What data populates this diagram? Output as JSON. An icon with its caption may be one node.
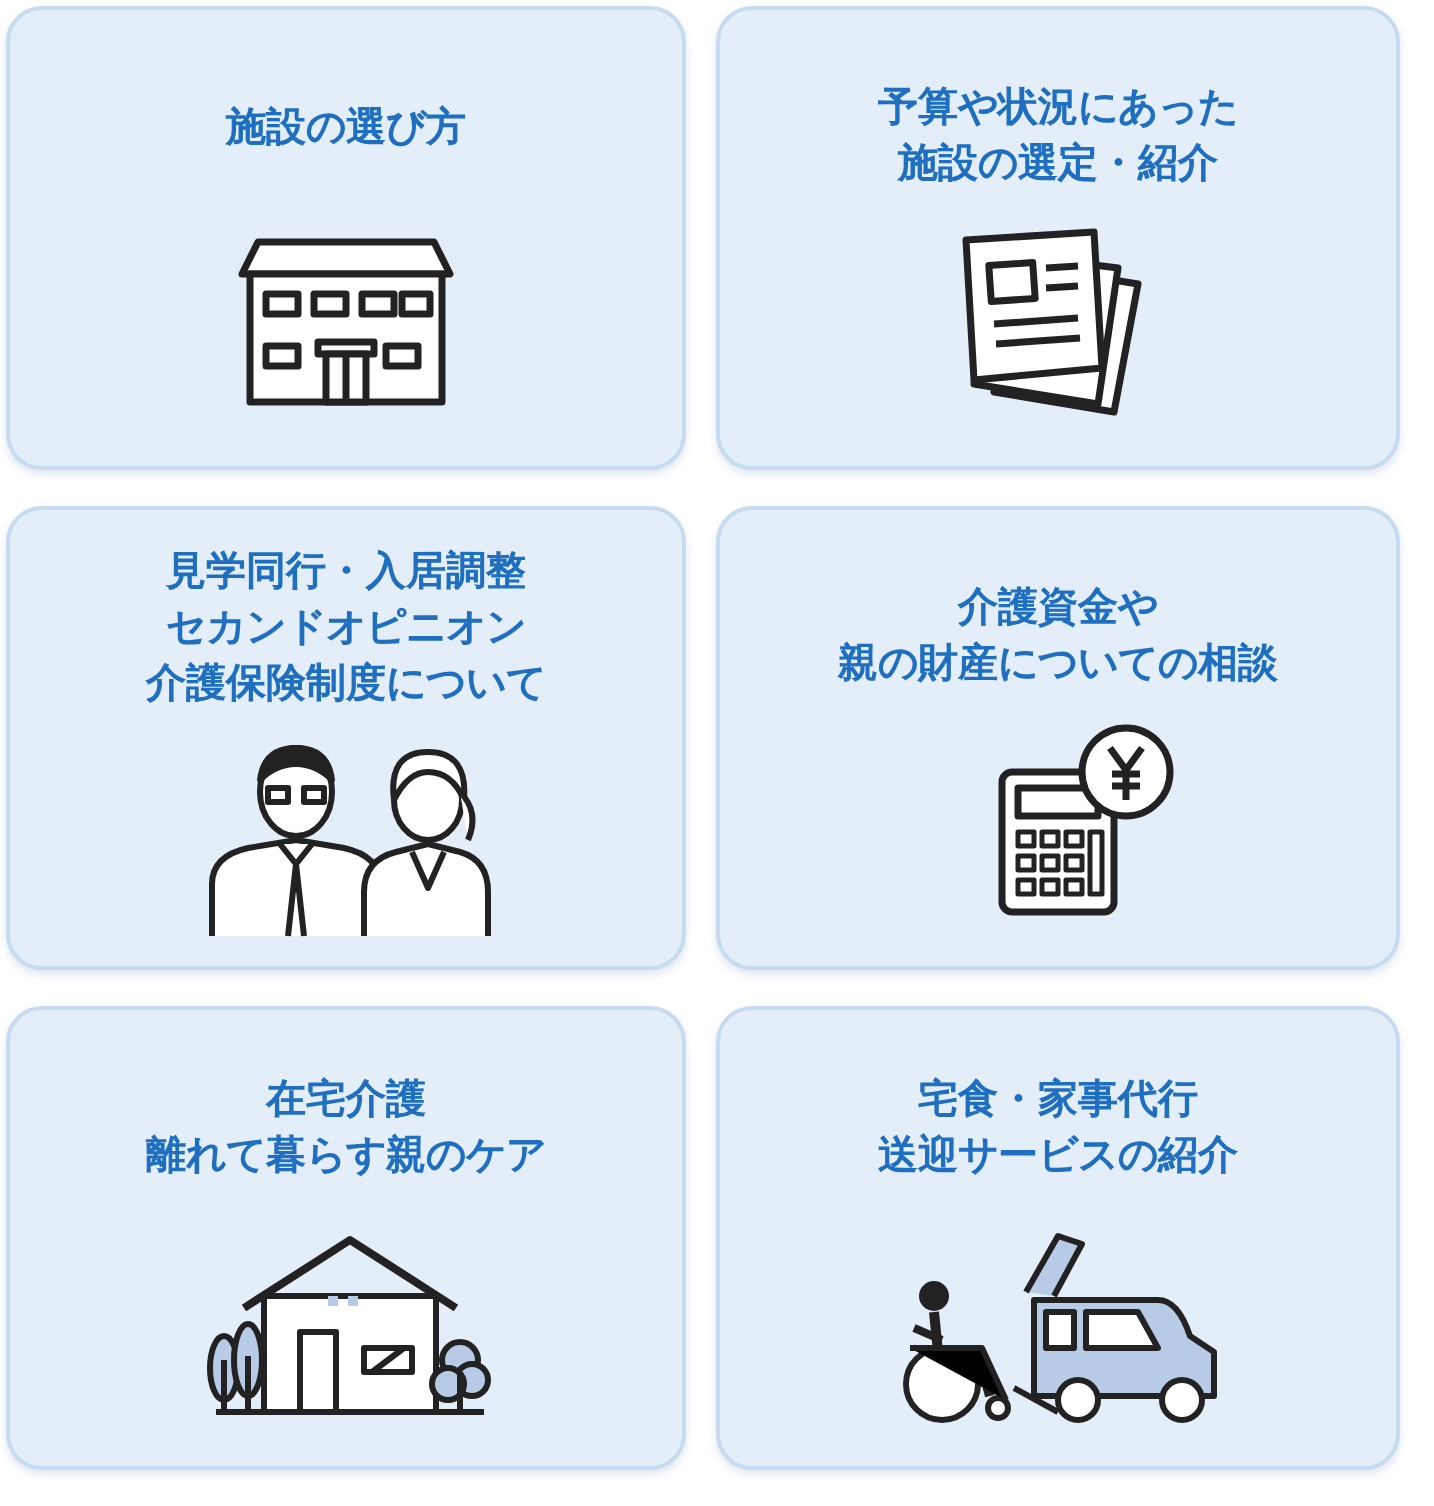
{
  "diagram": {
    "nodes": [
      {
        "text": [
          "施設の選び方"
        ]
      },
      {
        "text": [
          "予算や状況にあった施設の選定・紹介"
        ]
      },
      {
        "text": [
          "見学同行・入居調整",
          "セカンドオピニオン",
          "介護保険制度について"
        ]
      },
      {
        "text": [
          "介護資金や親の財産についての相談"
        ]
      },
      {
        "text": [
          "在宅介護",
          "離れて暮らす親のケア"
        ]
      },
      {
        "text": [
          "宅食・家事代行",
          "送迎サービスの紹介"
        ]
      }
    ]
  }
}
